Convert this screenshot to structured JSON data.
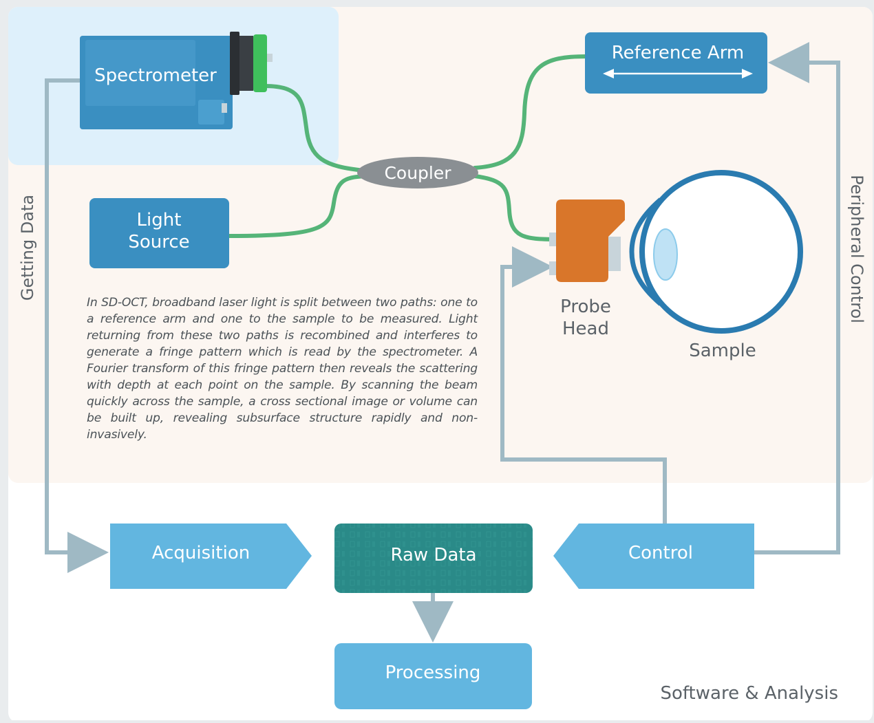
{
  "colors": {
    "fiber": "#55b478",
    "box_dark": "#3a8fc1",
    "box_light": "#62b6e0",
    "connector": "#9fb9c4",
    "raw_data": "#2a8a88",
    "probe": "#d9762a",
    "eye": "#2a7bb0",
    "text_gray": "#5b6268"
  },
  "components": {
    "spectrometer": "Spectrometer",
    "reference_arm": "Reference Arm",
    "coupler": "Coupler",
    "light_source_line1": "Light",
    "light_source_line2": "Source",
    "probe_head_line1": "Probe",
    "probe_head_line2": "Head",
    "sample": "Sample"
  },
  "side_labels": {
    "getting_data": "Getting Data",
    "peripheral_control": "Peripheral Control"
  },
  "software": {
    "acquisition": "Acquisition",
    "raw_data": "Raw Data",
    "control": "Control",
    "processing": "Processing",
    "section_label": "Software & Analysis"
  },
  "description": "In SD-OCT, broadband laser light is split between two paths: one to a reference arm and one to the sample to be measured. Light returning from these two paths is recombined and interferes to generate a fringe pattern which is read by the spectrometer. A Fourier transform of this fringe pattern then reveals the scattering with depth at each point on the sample. By scanning the beam quickly across the sample, a cross sectional image or volume can be built up, revealing subsurface structure rapidly and non-invasively."
}
